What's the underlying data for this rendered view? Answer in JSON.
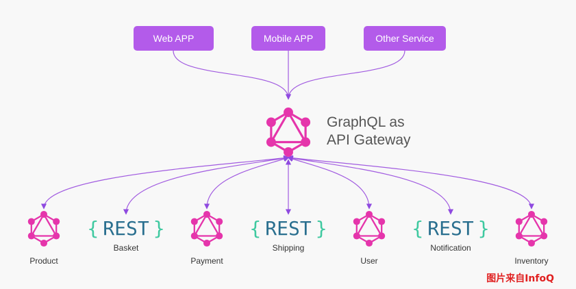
{
  "clients": [
    {
      "id": "web",
      "label": "Web APP"
    },
    {
      "id": "mobile",
      "label": "Mobile APP"
    },
    {
      "id": "other",
      "label": "Other Service"
    }
  ],
  "gateway": {
    "line1": "GraphQL as",
    "line2": "API Gateway"
  },
  "services": [
    {
      "id": "product",
      "label": "Product",
      "kind": "graphql"
    },
    {
      "id": "basket",
      "label": "Basket",
      "kind": "rest"
    },
    {
      "id": "payment",
      "label": "Payment",
      "kind": "graphql"
    },
    {
      "id": "shipping",
      "label": "Shipping",
      "kind": "rest"
    },
    {
      "id": "user",
      "label": "User",
      "kind": "graphql"
    },
    {
      "id": "notification",
      "label": "Notification",
      "kind": "rest"
    },
    {
      "id": "inventory",
      "label": "Inventory",
      "kind": "graphql"
    }
  ],
  "rest_word": "REST",
  "brace_open": "{",
  "brace_close": "}",
  "watermark": "图片来自InfoQ",
  "colors": {
    "client": "#b35bea",
    "graphql": "#e535ab",
    "wire": "#a15be0",
    "rest_text": "#2a6f8f",
    "rest_brace": "#3fc9a0"
  }
}
